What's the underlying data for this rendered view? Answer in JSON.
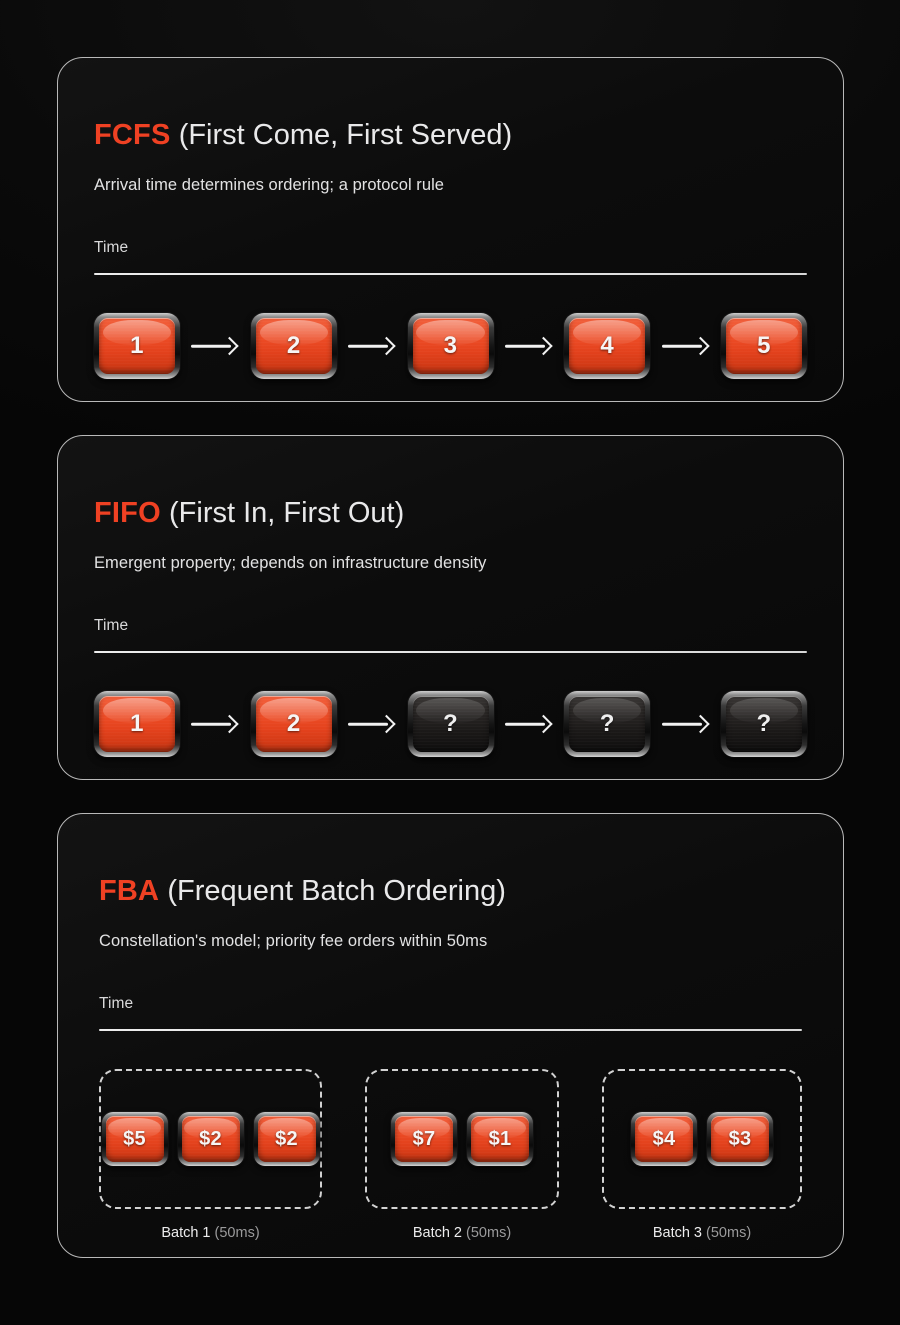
{
  "theme": {
    "page_background": "#070707",
    "card_background": "#0d0d0d",
    "card_border": "#b9b9b9",
    "accent": "#ef4123",
    "key_orange": "#e8491f",
    "key_dark": "#1a1817",
    "text_primary": "#e9e9ea",
    "text_muted": "#9b9b9c",
    "timeline": "#ededed"
  },
  "cards": [
    {
      "id": "fcfs",
      "abbr": "FCFS",
      "full": "(First Come, First Served)",
      "subtitle": "Arrival time determines ordering; a protocol rule",
      "time_label": "Time",
      "keys": [
        {
          "label": "1",
          "state": "on"
        },
        {
          "label": "2",
          "state": "on"
        },
        {
          "label": "3",
          "state": "on"
        },
        {
          "label": "4",
          "state": "on"
        },
        {
          "label": "5",
          "state": "on"
        }
      ]
    },
    {
      "id": "fifo",
      "abbr": "FIFO",
      "full": "(First In, First Out)",
      "subtitle": "Emergent property; depends on infrastructure density",
      "time_label": "Time",
      "keys": [
        {
          "label": "1",
          "state": "on"
        },
        {
          "label": "2",
          "state": "on"
        },
        {
          "label": "?",
          "state": "off"
        },
        {
          "label": "?",
          "state": "off"
        },
        {
          "label": "?",
          "state": "off"
        }
      ]
    },
    {
      "id": "fba",
      "abbr": "FBA",
      "full": "(Frequent Batch Ordering)",
      "subtitle": "Constellation's model; priority fee orders within 50ms",
      "time_label": "Time",
      "batches": [
        {
          "name": "Batch 1",
          "duration": "(50ms)",
          "fees": [
            "$5",
            "$2",
            "$2"
          ]
        },
        {
          "name": "Batch 2",
          "duration": "(50ms)",
          "fees": [
            "$7",
            "$1"
          ]
        },
        {
          "name": "Batch 3",
          "duration": "(50ms)",
          "fees": [
            "$4",
            "$3"
          ]
        }
      ]
    }
  ]
}
